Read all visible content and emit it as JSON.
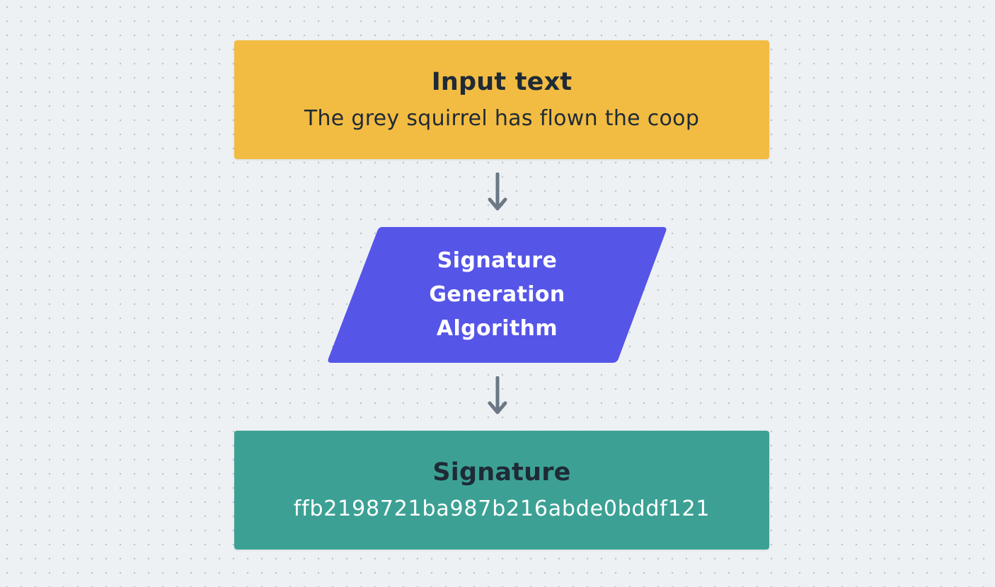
{
  "input_node": {
    "title": "Input text",
    "text": "The grey squirrel has flown the coop"
  },
  "algorithm_node": {
    "line1": "Signature",
    "line2": "Generation",
    "line3": "Algorithm"
  },
  "output_node": {
    "title": "Signature",
    "text": "ffb2198721ba987b216abde0bddf121"
  },
  "colors": {
    "background": "#eef1f4",
    "input_fill": "#f2bc42",
    "algorithm_fill": "#5555e8",
    "output_fill": "#3ca194",
    "arrow": "#6b7885",
    "dark_text": "#1f2a36"
  }
}
